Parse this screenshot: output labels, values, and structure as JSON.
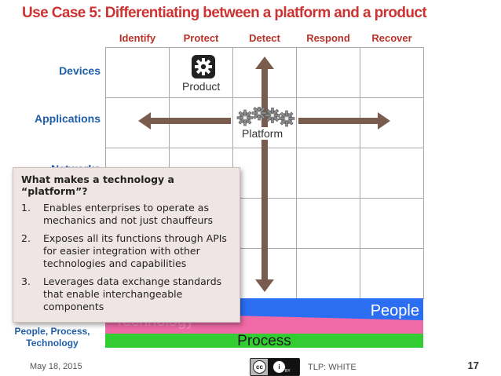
{
  "slide": {
    "title": "Use Case 5: Differentiating between a platform and a product",
    "columns": [
      "Identify",
      "Protect",
      "Detect",
      "Respond",
      "Recover"
    ],
    "rows": [
      "Devices",
      "Applications",
      "Networks"
    ],
    "product_label": "Product",
    "platform_label": "Platform",
    "bands": {
      "people": "People",
      "technology": "Technology",
      "process": "Process"
    },
    "ppt_label_lines": [
      "People, Process,",
      "Technology"
    ],
    "popup": {
      "question": "What makes a technology a “platform”?",
      "items": [
        {
          "num": "1.",
          "text": "Enables enterprises to operate as mechanics and not just chauffeurs"
        },
        {
          "num": "2.",
          "text": "Exposes all its functions through APIs for easier integration with other technologies and capabilities"
        },
        {
          "num": "3.",
          "text": "Leverages data exchange standards that enable interchangeable components"
        }
      ]
    },
    "footer": {
      "date": "May 18, 2015",
      "tlp": "TLP: WHITE",
      "page": "17",
      "license_icon": "creative-commons-by-icon"
    },
    "colors": {
      "title": "#cc3333",
      "column_header": "#b8322b",
      "row_header": "#1f5ea8",
      "arrow": "#7a5c4f",
      "people_band": "#2b6ef2",
      "technology_band": "#f06aa8",
      "process_band": "#33cc33"
    }
  }
}
